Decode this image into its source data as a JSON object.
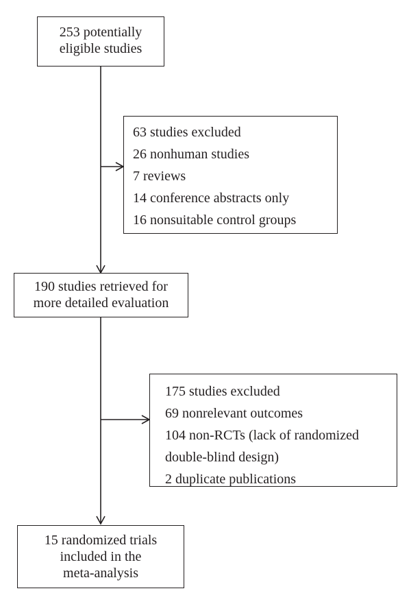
{
  "flow": {
    "box1": {
      "lines": [
        "253 potentially",
        "eligible studies"
      ]
    },
    "exclusion1": {
      "lines": [
        "63 studies excluded",
        "26 nonhuman studies",
        "7 reviews",
        "14 conference abstracts only",
        "16 nonsuitable control groups"
      ]
    },
    "box2": {
      "lines": [
        "190 studies retrieved for",
        "more detailed evaluation"
      ]
    },
    "exclusion2": {
      "lines": [
        "175 studies excluded",
        "69 nonrelevant outcomes",
        "104 non-RCTs (lack of randomized",
        "double-blind design)",
        "2 duplicate publications"
      ]
    },
    "box3": {
      "lines": [
        "15 randomized trials",
        "included in the",
        "meta-analysis"
      ]
    }
  }
}
